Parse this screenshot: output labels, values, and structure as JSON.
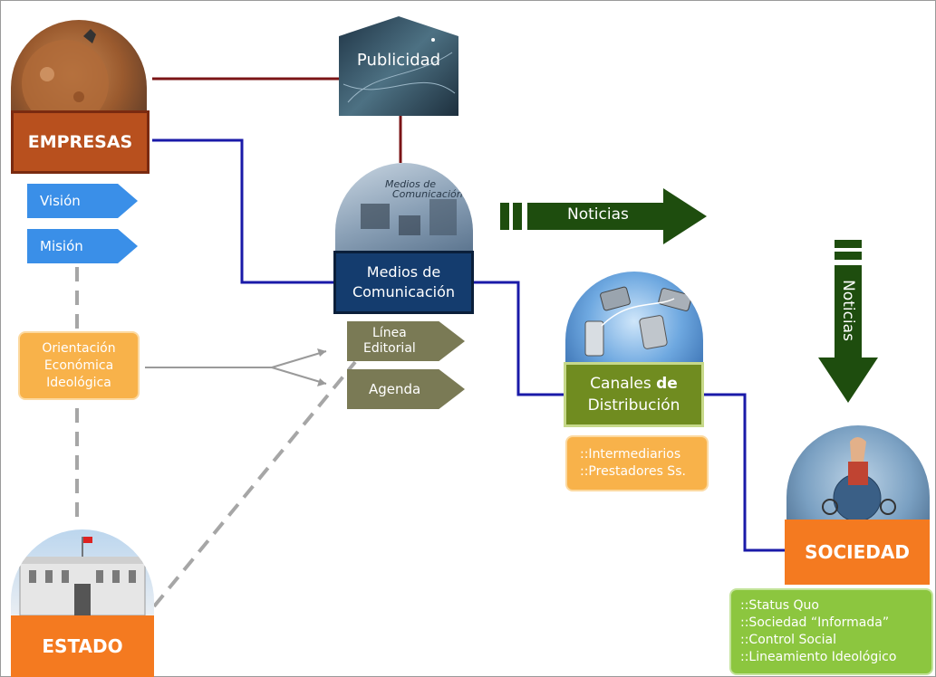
{
  "nodes": {
    "empresas": "EMPRESAS",
    "estado": "ESTADO",
    "publicidad": "Publicidad",
    "medios_line1": "Medios de",
    "medios_line2": "Comunicación",
    "medios_photo_line1": "Medios de",
    "medios_photo_line2": "Comunicación",
    "canales_line1_a": "Canales ",
    "canales_line1_b": "de",
    "canales_line2": "Distribución",
    "sociedad": "SOCIEDAD"
  },
  "tags": {
    "vision": "Visión",
    "mision": "Misión",
    "linea_1": "Línea",
    "linea_2": "Editorial",
    "agenda": "Agenda"
  },
  "notes": {
    "orientacion": [
      "Orientación",
      "Económica",
      "Ideológica"
    ],
    "canales": [
      "::Intermediarios",
      "::Prestadores Ss."
    ],
    "sociedad": [
      "::Status Quo",
      "::Sociedad “Informada”",
      "::Control Social",
      "::Lineamiento Ideológico"
    ]
  },
  "flows": {
    "noticias_horizontal": "Noticias",
    "noticias_vertical": "Noticias"
  },
  "colors": {
    "brown_line": "#7b1416",
    "blue_line": "#1a1aa8",
    "empresas_box": "#b8501e",
    "orange_box": "#f47a20",
    "medios_box": "#143c6e",
    "canales_box": "#708c20",
    "tag_blue": "#3a8fe8",
    "tag_olive": "#7a7a55",
    "arrow_green": "#1e4d0e"
  }
}
